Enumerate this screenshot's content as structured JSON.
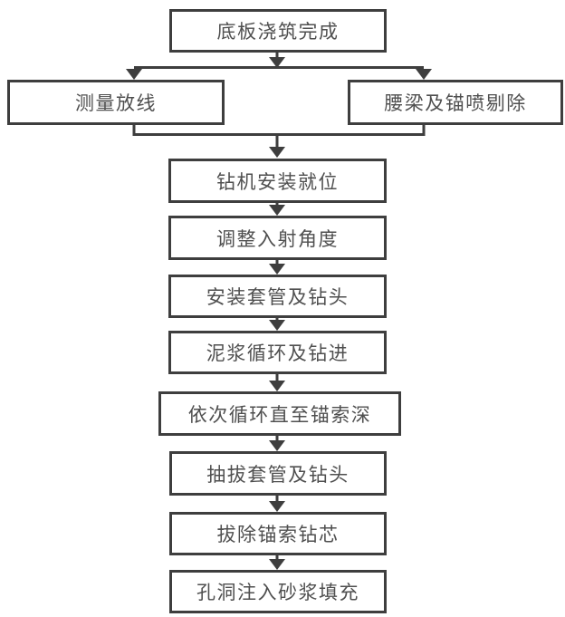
{
  "diagram": {
    "type": "flowchart",
    "background_color": "#ffffff",
    "line_color": "#3e3e3e",
    "text_color": "#4f4f4f",
    "nodes": [
      {
        "label": "底板浇筑完成"
      },
      {
        "label": "测量放线"
      },
      {
        "label": "腰梁及锚喷剔除"
      },
      {
        "label": "钻机安装就位"
      },
      {
        "label": "调整入射角度"
      },
      {
        "label": "安装套管及钻头"
      },
      {
        "label": "泥浆循环及钻进"
      },
      {
        "label": "依次循环直至锚索深"
      },
      {
        "label": "抽拔套管及钻头"
      },
      {
        "label": "拔除锚索钻芯"
      },
      {
        "label": "孔洞注入砂浆填充"
      }
    ],
    "edges": [
      {
        "from": "底板浇筑完成",
        "to": "测量放线"
      },
      {
        "from": "底板浇筑完成",
        "to": "腰梁及锚喷剔除"
      },
      {
        "from": "测量放线",
        "to": "钻机安装就位"
      },
      {
        "from": "腰梁及锚喷剔除",
        "to": "钻机安装就位"
      },
      {
        "from": "钻机安装就位",
        "to": "调整入射角度"
      },
      {
        "from": "调整入射角度",
        "to": "安装套管及钻头"
      },
      {
        "from": "安装套管及钻头",
        "to": "泥浆循环及钻进"
      },
      {
        "from": "泥浆循环及钻进",
        "to": "依次循环直至锚索深"
      },
      {
        "from": "依次循环直至锚索深",
        "to": "抽拔套管及钻头"
      },
      {
        "from": "抽拔套管及钻头",
        "to": "拔除锚索钻芯"
      },
      {
        "from": "拔除锚索钻芯",
        "to": "孔洞注入砂浆填充"
      }
    ]
  }
}
